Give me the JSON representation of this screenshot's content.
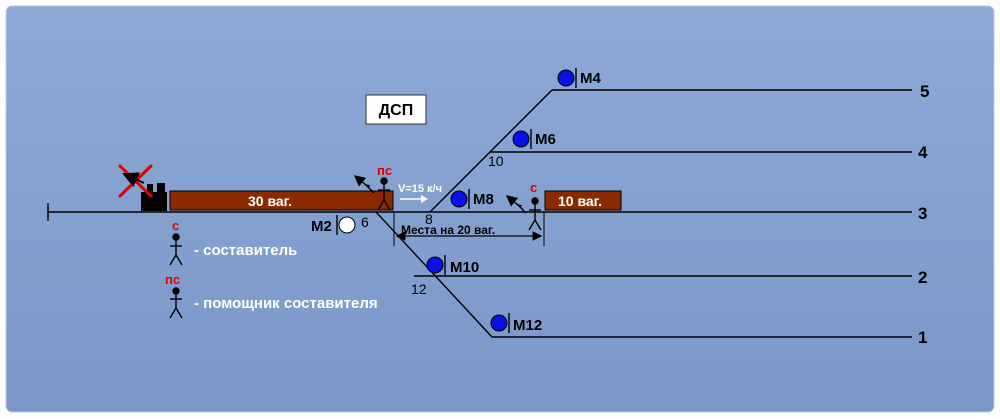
{
  "dsp_label": "ДСП",
  "tracks": [
    {
      "number": "5"
    },
    {
      "number": "4"
    },
    {
      "number": "3"
    },
    {
      "number": "2"
    },
    {
      "number": "1"
    }
  ],
  "switches": {
    "s6": "6",
    "s8": "8",
    "s10": "10",
    "s12": "12"
  },
  "signals": {
    "m2": "М2",
    "m4": "М4",
    "m6": "М6",
    "m8": "М8",
    "m10": "М10",
    "m12": "М12"
  },
  "wagons_left": "30 ваг.",
  "wagons_right": "10 ваг.",
  "speed": "V=15 к/ч",
  "places": "Места на 20 ваг.",
  "roles": {
    "ps": "пс",
    "s": "с"
  },
  "legend": {
    "s_symbol": "с",
    "s_text": "- составитель",
    "ps_symbol": "пс",
    "ps_text": "- помощник составителя"
  },
  "colors": {
    "background": "#7f9ccc",
    "track": "#000000",
    "signal_blue": "#0000ee",
    "signal_white": "#ffffff",
    "wagon": "#8b2a00",
    "role_red": "#e00000",
    "cross": "#e00000"
  }
}
